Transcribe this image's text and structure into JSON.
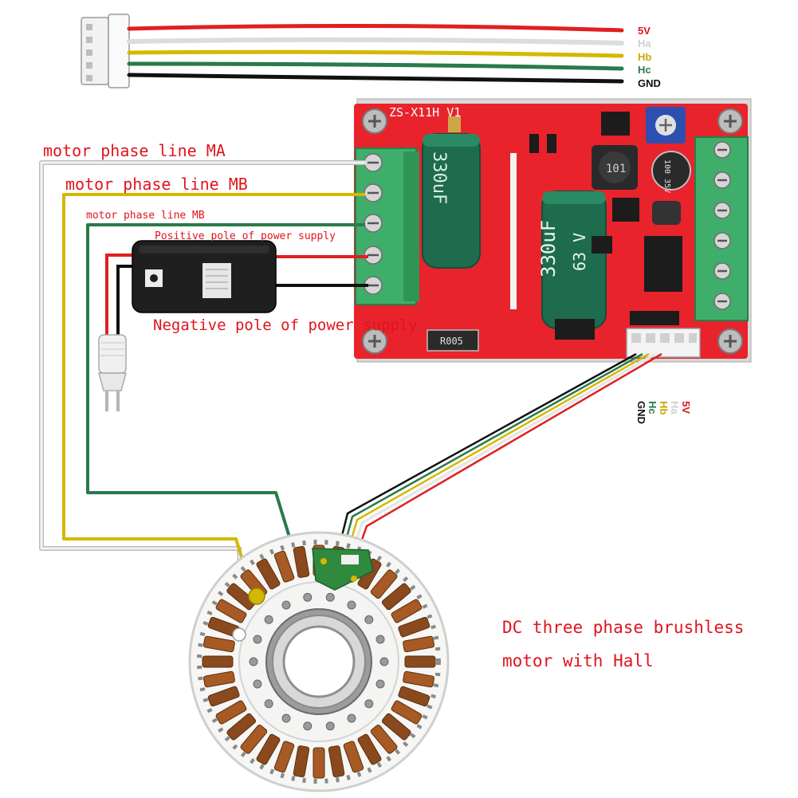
{
  "labels": {
    "phase_ma": "motor phase line MA",
    "phase_mb": "motor phase line MB",
    "phase_mb_small": "motor phase line MB",
    "pos_pole": "Positive pole of power supply",
    "neg_pole": "Negative pole of power supply",
    "motor_line1": "DC three phase brushless",
    "motor_line2": "motor with Hall"
  },
  "hall_top": {
    "v5": "5V",
    "ha": "Ha",
    "hb": "Hb",
    "hc": "Hc",
    "gnd": "GND"
  },
  "hall_rot": {
    "v5": "5V",
    "ha": "Ha",
    "hb": "Hb",
    "hc": "Hc",
    "gnd": "GND"
  },
  "board": {
    "model": "ZS-X11H V1",
    "cap_big": "330uF",
    "cap_big_volt": "63 V",
    "cap_left": "330uF",
    "inductor": "101",
    "cap_small": "100 35V",
    "resistor": "R005"
  },
  "colors": {
    "red_wire": "#e02020",
    "white_wire": "#e6e6e6",
    "yellow_wire": "#d4b800",
    "green_wire": "#2a7a4a",
    "black_wire": "#111111",
    "pcb": "#e8232c",
    "terminal": "#3fae6a",
    "capacitor": "#1f6b4d",
    "label_red": "#e0141e"
  }
}
